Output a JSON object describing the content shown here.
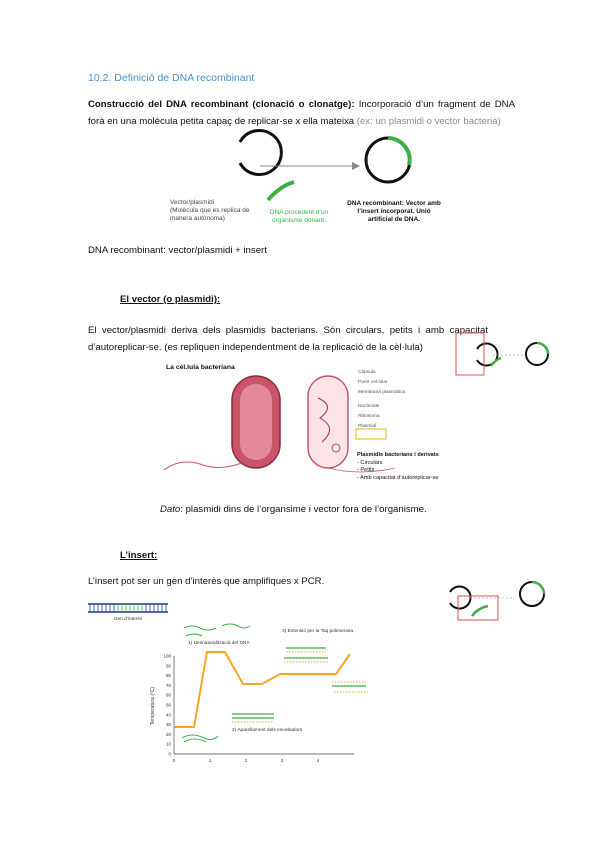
{
  "section_title": "10.2. Definició de DNA recombinant",
  "intro": {
    "bold": "Construcció del DNA recombinant (clonació o clonatge):",
    "text": " Incorporació d’un fragment de DNA forà en una molècula petita capaç de replicar-se x ella mateixa ",
    "note": "(ex: un plasmidi o vector bacterià)"
  },
  "diagram1": {
    "vector_title": "Vector/plasmidi",
    "vector_desc": "(Molècula que es replica de manera autònoma)",
    "dna_label": "DNA procedent d’un organisme donant.",
    "result_title": "DNA recombinant: Vector amb l’insert incorporat. Unió artificial de DNA."
  },
  "formula": "DNA recombinant: vector/plasmidi + insert",
  "vector_section": {
    "heading": "El vector (o plasmidi):",
    "text": "El vector/plasmidi deriva dels plasmidis bacterians. Són circulars, petits i amb capacitat d’autoreplicar-se. (es repliquen independentment de la replicació de la cèl·lula)"
  },
  "bacteria_figure": {
    "title": "La cèl.lula bacteriana",
    "labels": [
      "Càpsula",
      "Paret cel·lular",
      "Membrana plasmàtica",
      "Nucleoide",
      "Ribosoma",
      "Plasmidi"
    ],
    "plasmid_heading": "Plasmidis bacterians i derivats",
    "plasmid_items": [
      "Circulars",
      "Petits",
      "Amb capacitat d’autoreplicar-se"
    ]
  },
  "dato": {
    "label": "Dato",
    "text": ": plasmidi dins de l’organsime i vector fora de l’organisme."
  },
  "insert_section": {
    "heading": "L’insert:",
    "text": "L’insert pot ser un gen d’interès que amplifiques x PCR."
  },
  "pcr_figure": {
    "gene_label": "Gen d’interès",
    "step1": "1) Desnaturalització del DNA",
    "step2": "2) Aparellament dels encebadors",
    "step3": "3) Extensió per la Taq polimerasa",
    "ylabel": "Temperatura (ºC)",
    "yticks": [
      "100",
      "90",
      "80",
      "70",
      "60",
      "50",
      "40",
      "30",
      "20",
      "10",
      "0"
    ],
    "xticks": [
      "0",
      "1",
      "2",
      "3",
      "4"
    ]
  },
  "colors": {
    "heading_blue": "#4a90c8",
    "green": "#3cb043",
    "red_box": "#d9534f",
    "orange": "#f5a623",
    "bacteria": "#c8556a"
  }
}
